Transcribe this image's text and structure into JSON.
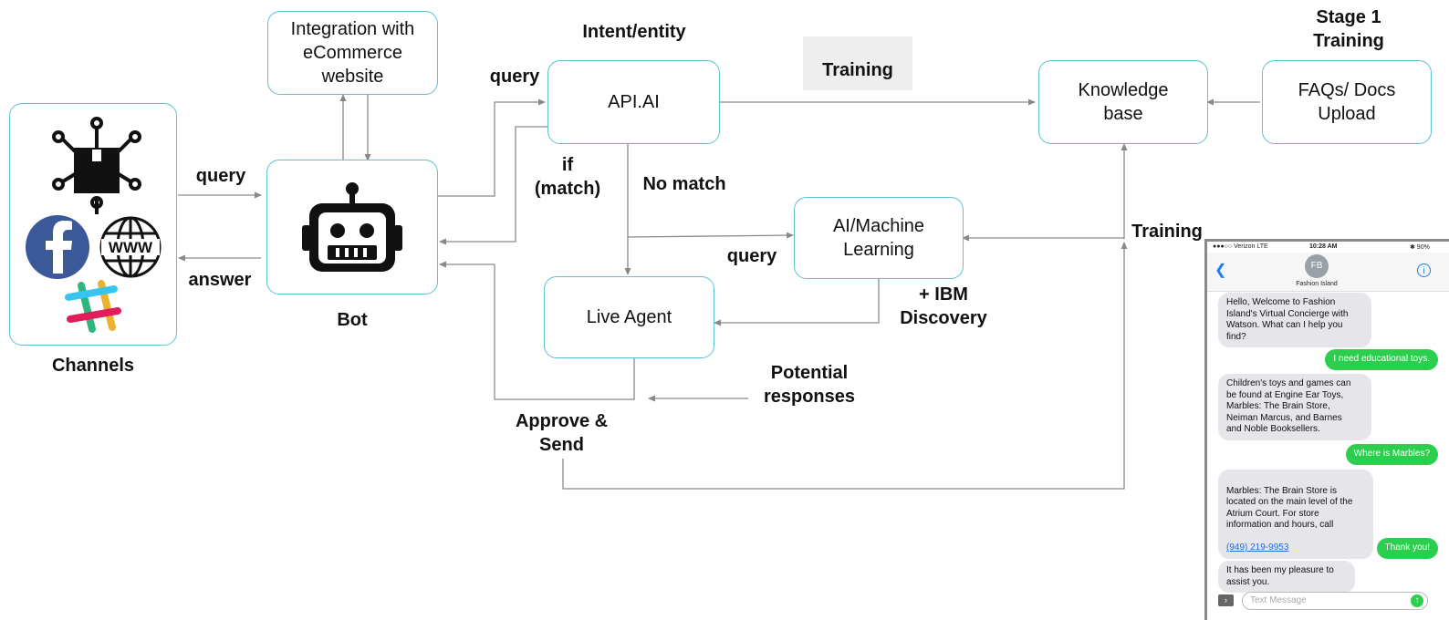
{
  "boxes": {
    "integration": "Integration with\neCommerce\nwebsite",
    "api_ai": "API.AI",
    "knowledge_base": "Knowledge\nbase",
    "faqs": "FAQs/ Docs\nUpload",
    "ai_ml": "AI/Machine\nLearning",
    "live_agent": "Live Agent"
  },
  "labels": {
    "channels": "Channels",
    "bot": "Bot",
    "query_channels": "query",
    "answer": "answer",
    "query_api": "query",
    "intent_entity": "Intent/entity",
    "training_top": "Training",
    "stage1": "Stage 1\nTraining",
    "if_match": "if\n(match)",
    "no_match": "No match",
    "query_ml": "query",
    "ibm": "+ IBM\nDiscovery",
    "training_right": "Training",
    "potential": "Potential\nresponses",
    "approve": "Approve &\nSend"
  },
  "icons": [
    "box-network-icon",
    "facebook-icon",
    "www-globe-icon",
    "slack-icon",
    "robot-icon"
  ],
  "colors": {
    "box_border": "#5cc2d0",
    "arrow": "#888888",
    "imessage_green": "#2ccf4d",
    "facebook_blue": "#3b5998"
  },
  "phone": {
    "status": {
      "carrier": "●●●○○ Verizon  LTE",
      "time": "10:28 AM",
      "battery": "✱ 90%"
    },
    "avatar": "FB",
    "contact": "Fashion Island",
    "messages": [
      {
        "dir": "in",
        "text": "Hello, Welcome to Fashion\nIsland's Virtual Concierge with\nWatson.  What can I help you\nfind?"
      },
      {
        "dir": "out",
        "text": "I need educational toys."
      },
      {
        "dir": "in",
        "text": "Children's toys and games can\nbe found at Engine Ear Toys,\nMarbles: The Brain Store,\nNeiman Marcus, and Barnes\nand Noble Booksellers."
      },
      {
        "dir": "out",
        "text": "Where is Marbles?"
      },
      {
        "dir": "in",
        "text": "Marbles: The Brain Store is\nlocated on the main level of the\nAtrium Court. For store\ninformation and hours, call"
      },
      {
        "dir": "out",
        "text": "Thank you!"
      },
      {
        "dir": "in",
        "text": "It has been my pleasure to\nassist you."
      }
    ],
    "phone_link": "(949) 219-9953",
    "input_placeholder": "Text Message"
  }
}
